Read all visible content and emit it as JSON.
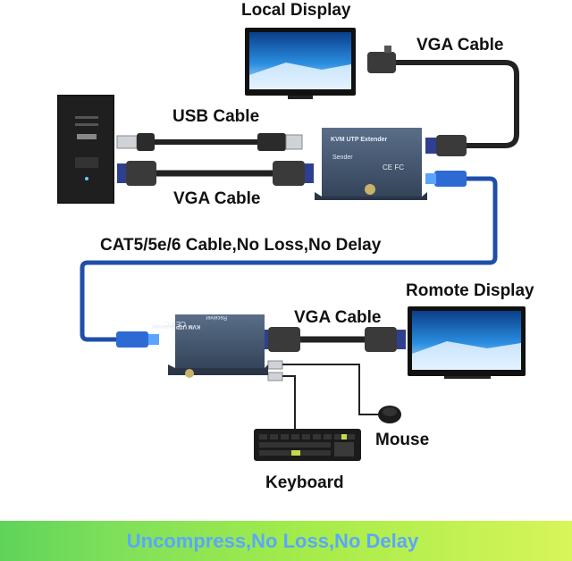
{
  "labels": {
    "local_display": "Local Display",
    "vga_cable_top": "VGA Cable",
    "usb_cable": "USB Cable",
    "vga_cable_left": "VGA Cable",
    "cat5_cable": "CAT5/5e/6 Cable,No Loss,No Delay",
    "remote_display": "Romote Display",
    "vga_cable_bottom": "VGA Cable",
    "mouse": "Mouse",
    "keyboard": "Keyboard"
  },
  "devices": {
    "sender_title": "KVM UTP Extender",
    "sender_sub": "Sender",
    "sender_marks": "CE FC",
    "receiver_title": "KVM UTP Extender",
    "receiver_sub": "Receiver",
    "receiver_marks": "CE FC"
  },
  "banner": {
    "text": "Uncompress,No Loss,No Delay"
  },
  "colors": {
    "cat_cable": "#1f4fa8",
    "black_cable": "#222222",
    "device_body": "#3e4f66",
    "banner_text": "#5aa7ff"
  }
}
